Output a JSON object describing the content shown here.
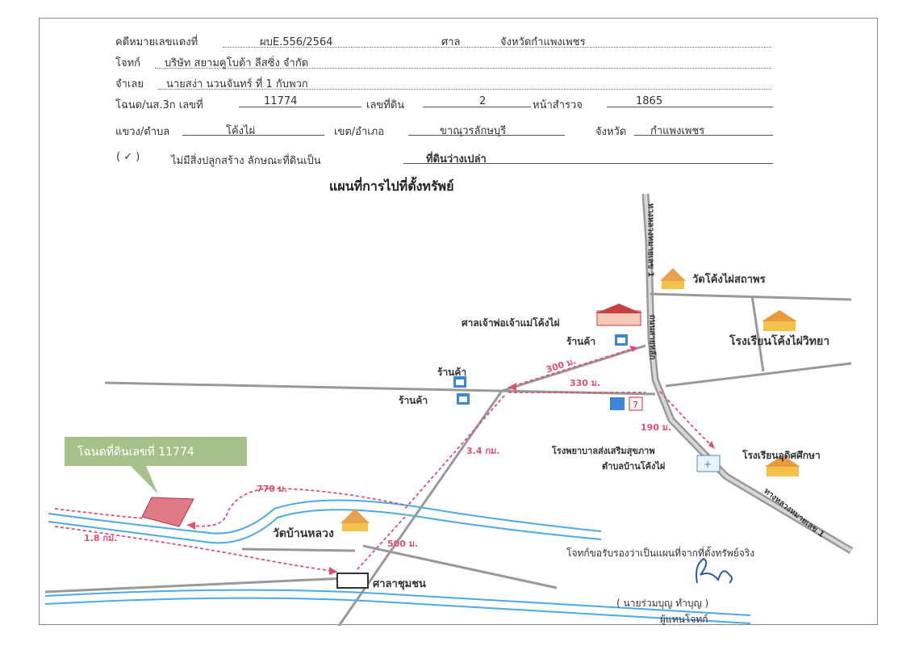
{
  "header": {
    "case_label": "คดีหมายเลขแดงที่",
    "case_no": "ผบE.556/2564",
    "court_label": "ศาล",
    "court": "จังหวัดกำแพงเพชร",
    "plaintiff_label": "โจทก์",
    "plaintiff": "บริษัท สยามคูโบต้า ลีสซิ่ง จำกัด",
    "defendant_label": "จำเลย",
    "defendant": "นายสง่า นวนจันทร์ ที่ 1 กับพวก",
    "deed_label": "โฉนด/นส.3ก เลขที่",
    "deed_no": "11774",
    "land_no_label": "เลขที่ดิน",
    "land_no": "2",
    "survey_label": "หน้าสำรวจ",
    "survey_no": "1865",
    "subdistrict_label": "แขวง/ตำบล",
    "subdistrict": "โค้งไผ่",
    "district_label": "เขต/อำเภอ",
    "district": "ขาณุวรลักษบุรี",
    "province_label": "จังหวัด",
    "province": "กำแพงเพชร",
    "check_mark": "( ✓ )",
    "no_building_text": "ไม่มีสิ่งปลูกสร้าง ลักษณะที่ดินเป็น",
    "land_type": "ที่ดินว่างเปล่า"
  },
  "map": {
    "title": "แผนที่การไปที่ตั้งทรัพย์",
    "callout": "โฉนดที่ดินเลขที่ 11774",
    "places": {
      "wat_kong_phai": "วัดโค้งไผ่สถาพร",
      "shrine": "ศาลเจ้าพ่อเจ้าแม่โค้งไผ่",
      "shop1": "ร้านค้า",
      "shop2": "ร้านค้า",
      "shop3": "ร้านค้า",
      "school_kong_phai": "โรงเรียนโค้งไผ่วิทยา",
      "hospital_line1": "โรงพยาบาลส่งเสริมสุขภาพ",
      "hospital_line2": "ตำบลบ้านโค้งไผ่",
      "school_udom": "โรงเรียนอุดิศศึกษา",
      "wat_ban_luang": "วัดบ้านหลวง",
      "sala": "ศาลาชุมชน"
    },
    "distances": {
      "d300": "300 ม.",
      "d330": "330 ม.",
      "d190": "190 ม.",
      "d34km": "3.4 กม.",
      "d770": "770 ม.",
      "d500": "500 ม.",
      "d18km": "1.8 กม."
    },
    "roads": {
      "road_top": "ทางหลวงหมายเลข 1",
      "road_mid": "ถนนสายหลัก",
      "road_bottom": "ทางหลวงหมายเลข 1"
    }
  },
  "footer": {
    "certify": "โจทก์ขอรับรองว่าเป็นแผนที่จากที่ตั้งทรัพย์จริง",
    "signer": "( นายร่วมบุญ ทำบุญ )",
    "role": "ผู้แทนโจทก์"
  },
  "colors": {
    "accent_red": "#e0506e",
    "water_blue": "#4fa9e6",
    "road_gray": "#8a8a8a",
    "callout_green": "#a8c089"
  }
}
